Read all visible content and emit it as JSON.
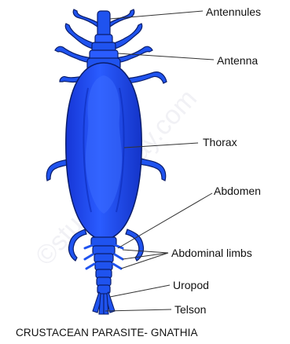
{
  "labels": {
    "antennules": "Antennules",
    "antenna": "Antenna",
    "thorax": "Thorax",
    "abdomen": "Abdomen",
    "abdominal_limbs": "Abdominal limbs",
    "uropod": "Uropod",
    "telson": "Telson"
  },
  "caption": "CRUSTACEAN PARASITE- GNATHIA",
  "watermark": "©studiestoday.com",
  "colors": {
    "body_fill": "#1f53ef",
    "body_dark": "#0b2bb8",
    "body_light": "#3a6bff",
    "outline": "#0a1d6b",
    "leader": "#333333",
    "text": "#111111"
  }
}
